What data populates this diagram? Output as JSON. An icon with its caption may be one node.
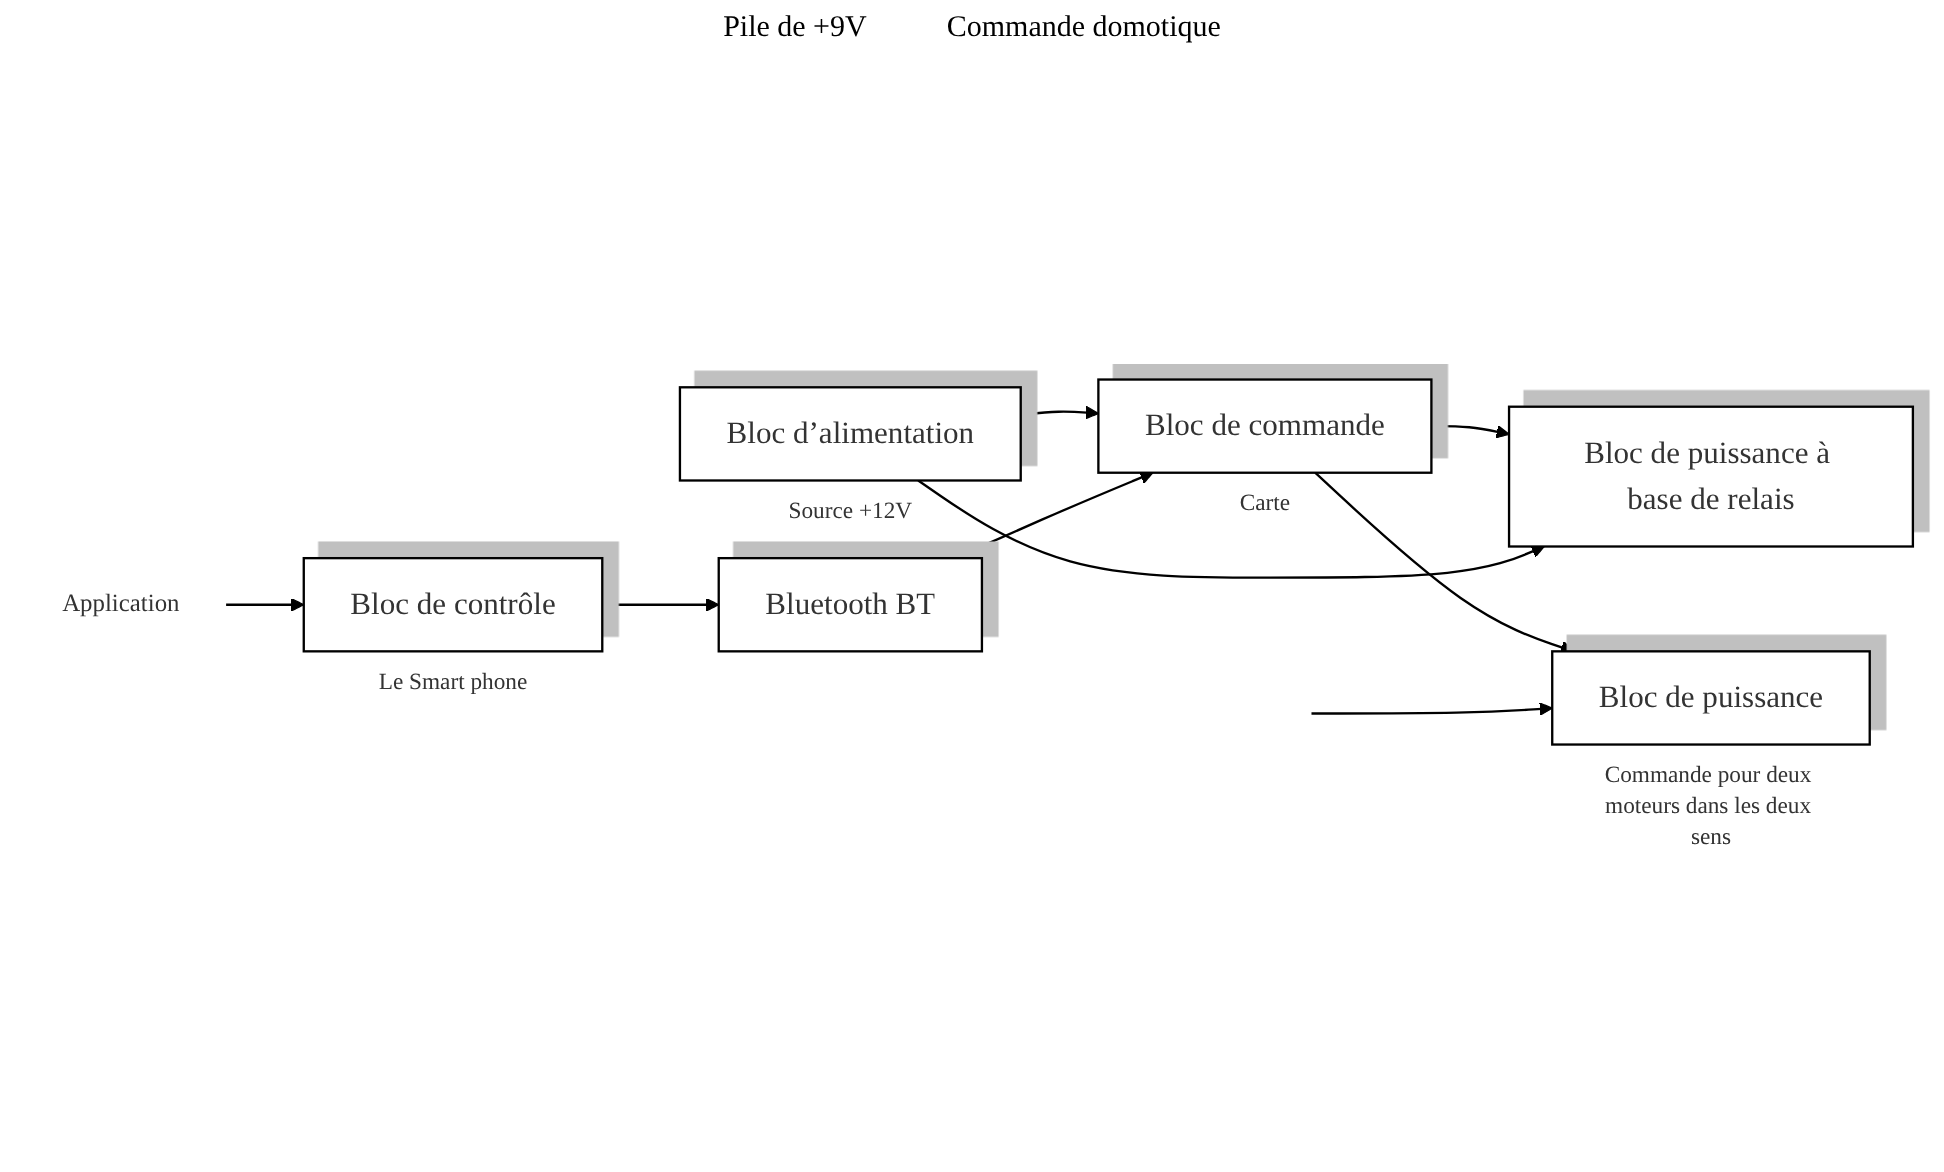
{
  "diagram": {
    "nodes": [
      {
        "text": [
          "Bloc d’alimentation"
        ],
        "beside": [
          "Source  +12V"
        ]
      },
      {
        "text": [
          "Bloc de commande"
        ],
        "beside": [
          "Carte"
        ]
      },
      {
        "text": [
          "Bloc de puissance à base de relais"
        ]
      },
      {
        "text": [
          "Bloc de puissance"
        ],
        "beside": [
          "Commande pour deux moteurs dans les deux sens"
        ]
      },
      {
        "text": [
          "Bluetooth BT"
        ]
      },
      {
        "text": [
          "Bloc de contrôle"
        ],
        "beside": [
          "Le Smart phone"
        ]
      },
      {
        "text": [
          "Application"
        ]
      }
    ],
    "edges": [
      {
        "from": 0,
        "to": 1,
        "arrow": "to"
      },
      {
        "from": 1,
        "to": 2,
        "arrow": "to"
      },
      {
        "from": 1,
        "to": 3,
        "arrow": "to"
      },
      {
        "from": 4,
        "to": 1,
        "arrow": "to"
      },
      {
        "from": 5,
        "to": 4,
        "arrow": "to"
      },
      {
        "from": 6,
        "to": 5,
        "arrow": "to"
      },
      {
        "from": 0,
        "to": 2,
        "arrow": "to"
      },
      {
        "from": null,
        "to": 3,
        "arrow": "to"
      }
    ],
    "labels": [
      "Pile de +9V",
      "Commande domotique"
    ]
  }
}
